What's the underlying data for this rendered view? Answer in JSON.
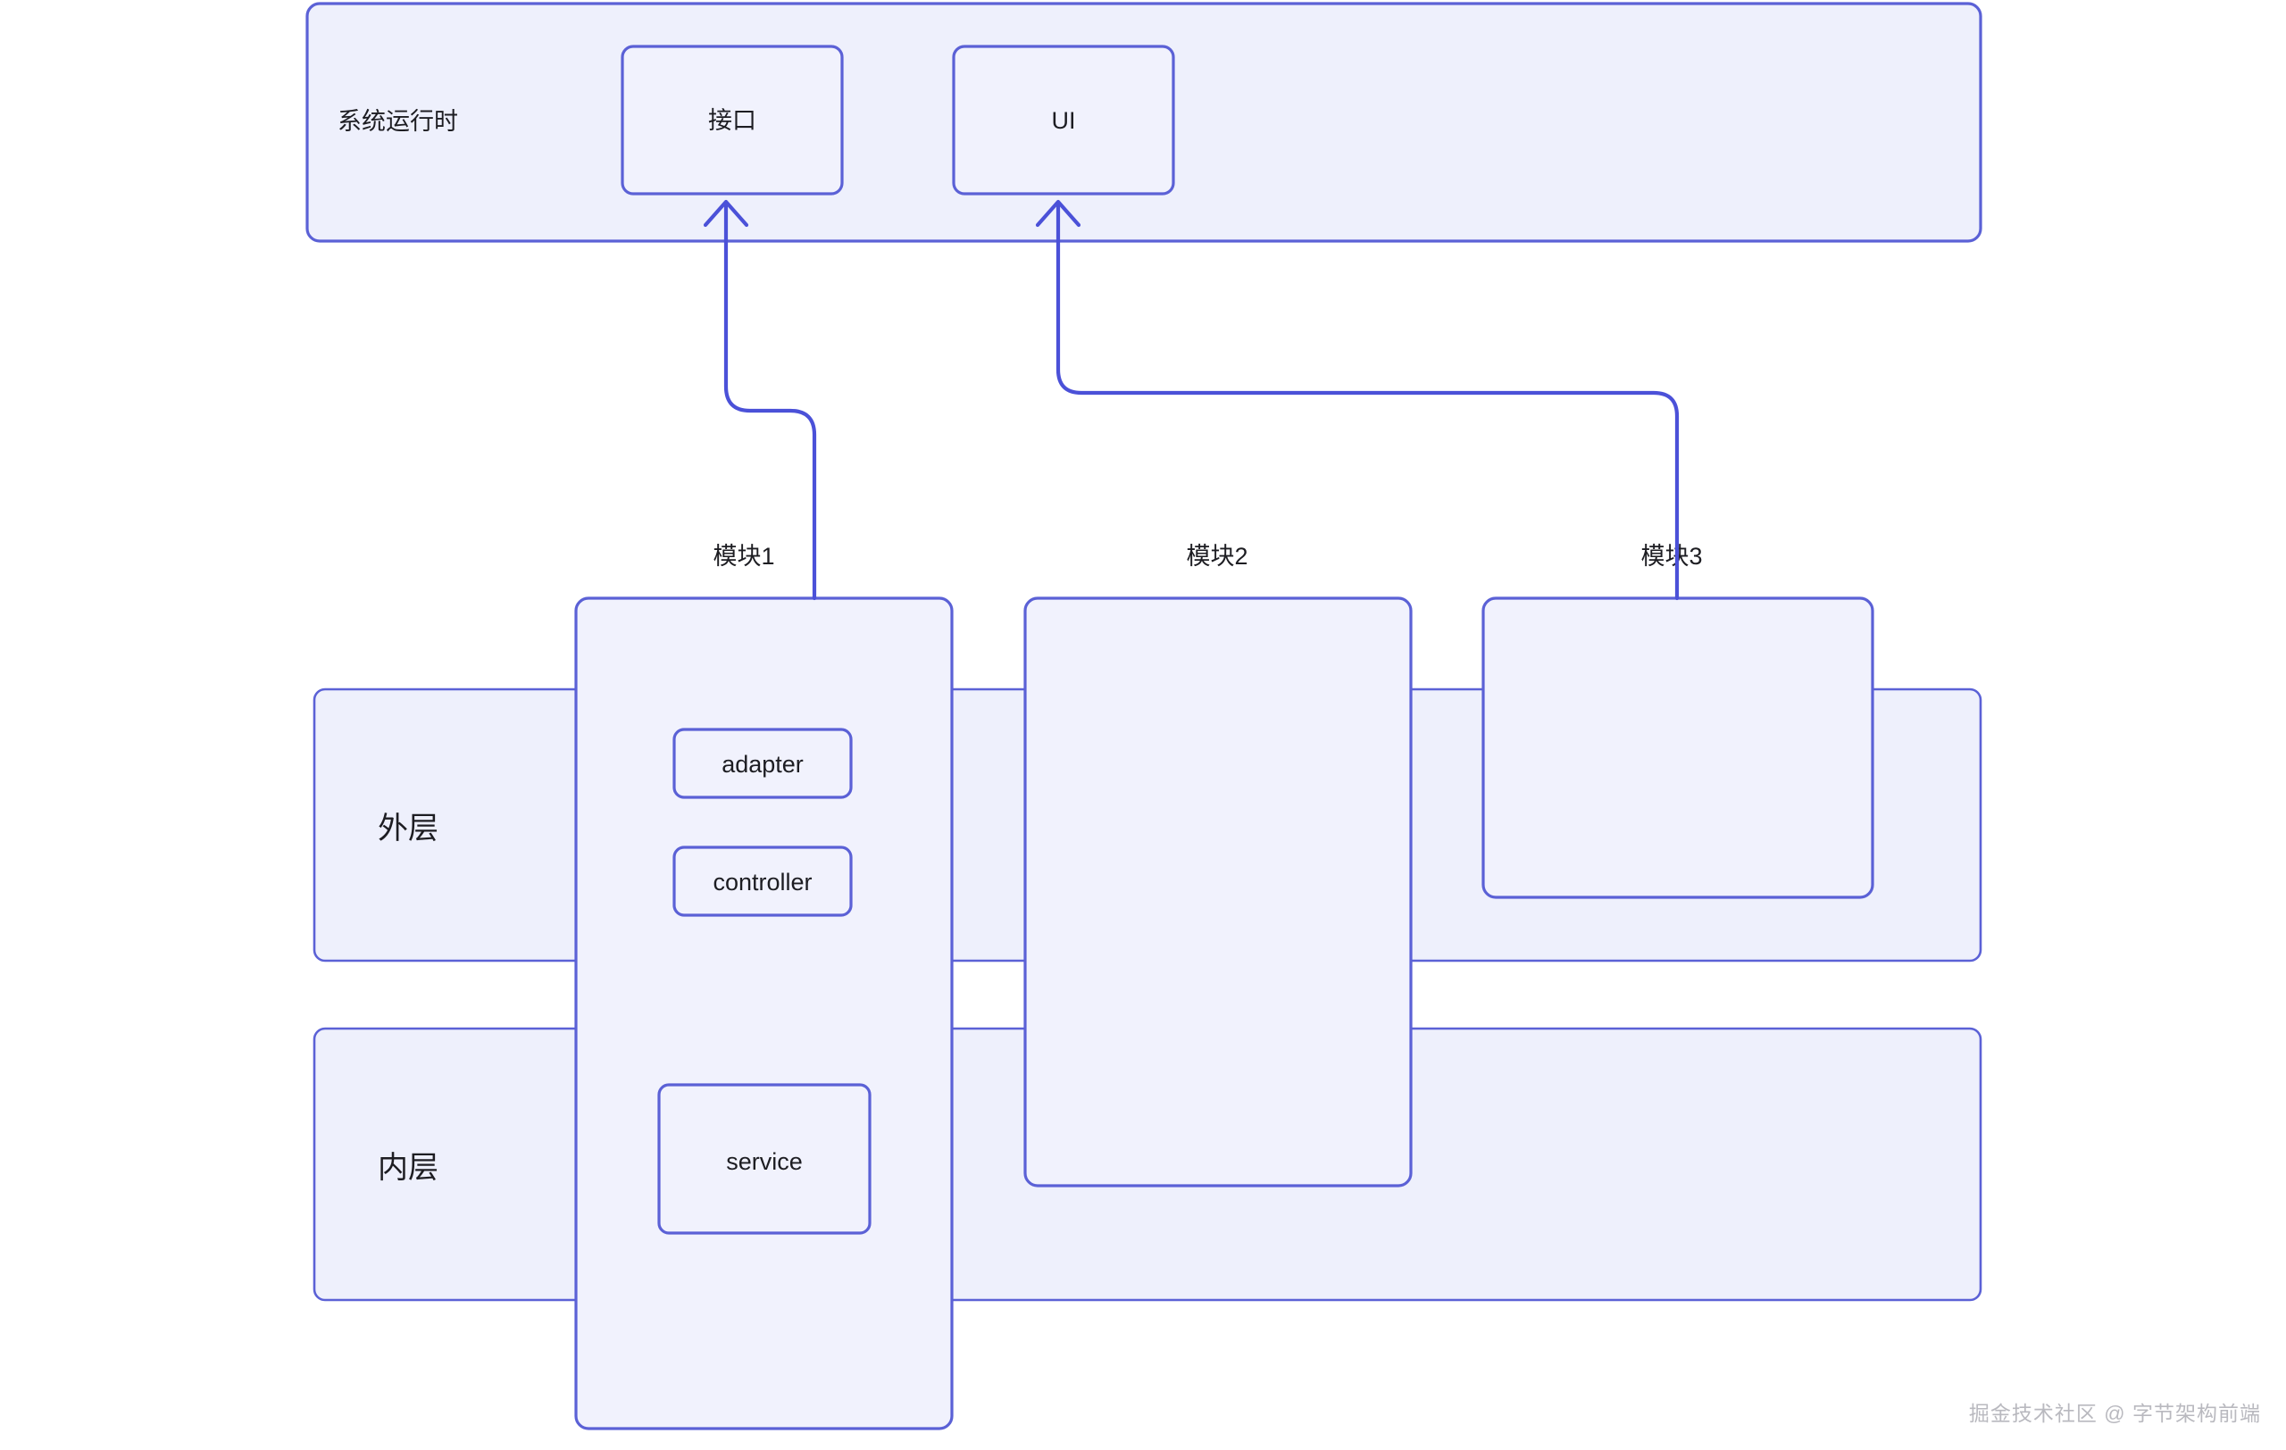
{
  "diagram": {
    "title_visible": false,
    "colors": {
      "box_fill": "#eef0fc",
      "box_fill_soft": "#f1f2fd",
      "box_border": "#5b61d6",
      "connector": "#4b51d8",
      "text": "#1d1d22",
      "background": "#ffffff",
      "watermark_text": "#b9b9bf"
    },
    "runtime_band": {
      "label": "系统运行时",
      "nodes": [
        {
          "label": "接口"
        },
        {
          "label": "UI"
        }
      ]
    },
    "module_labels": [
      {
        "label": "模块1"
      },
      {
        "label": "模块2"
      },
      {
        "label": "模块3"
      }
    ],
    "layers": [
      {
        "label": "外层"
      },
      {
        "label": "内层"
      }
    ],
    "module1_components": [
      {
        "label": "adapter"
      },
      {
        "label": "controller"
      },
      {
        "label": "service"
      }
    ],
    "connections": [
      {
        "from": "模块1",
        "to": "接口"
      },
      {
        "from": "模块3",
        "to": "UI"
      }
    ]
  },
  "watermark": {
    "text": "掘金技术社区 @ 字节架构前端"
  }
}
